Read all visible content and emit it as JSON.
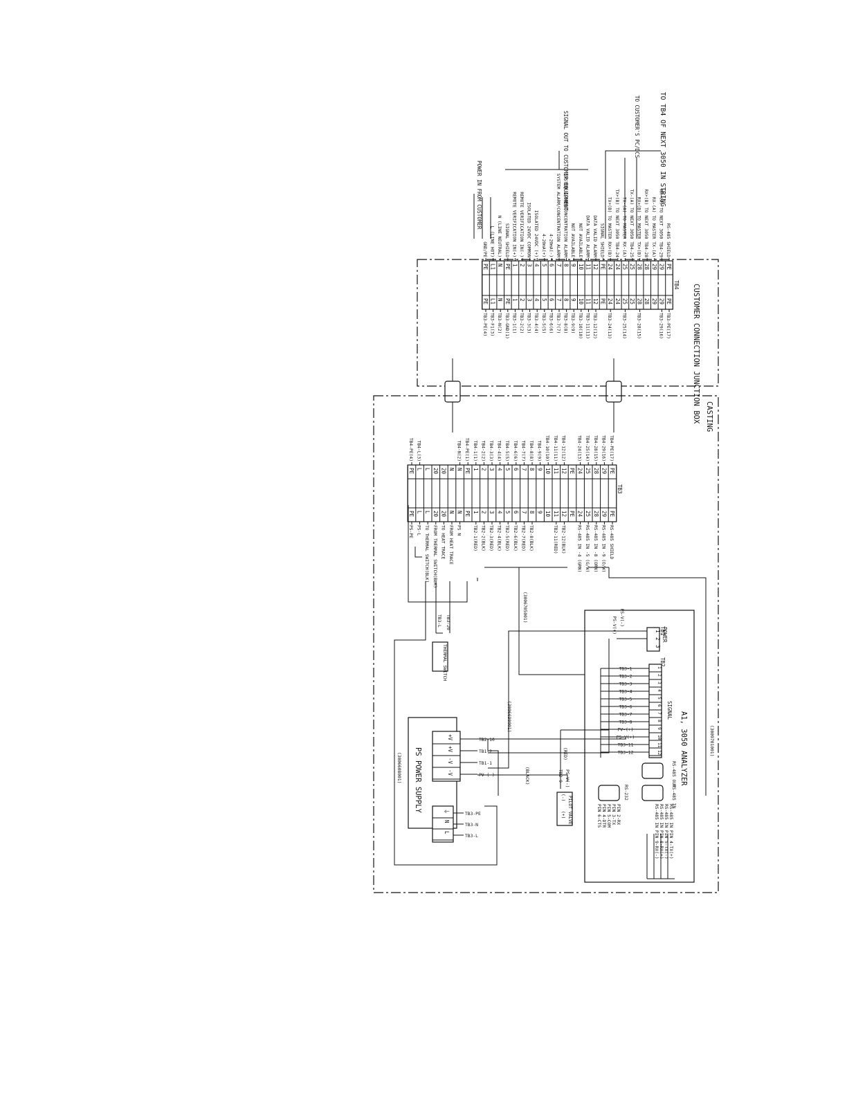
{
  "to_next_3050": "TO TB4 OF NEXT 3050 IN STRING",
  "to_customer": "TO CUSTOMER'S PC/DCS",
  "signal_out": "SIGNAL OUT TO CUSTOMER EQUIPMENT",
  "power_in": "POWER IN FROM CUSTOMER",
  "junction_box": {
    "title": "CUSTOMER CONNECTION JUNCTION BOX",
    "strip": "TB4",
    "terminals": [
      {
        "left": "RS-485 SHIELD",
        "num": "PE",
        "right": "TB3-PE(17)"
      },
      {
        "left": "RX-(A) TO NEXT 3050 TB4-29",
        "num": "29",
        "right": "TB3-29(16)"
      },
      {
        "left": "RX-(A) TO MASTER TX-(A)",
        "num": "29",
        "right": ""
      },
      {
        "left": "RX+(B) TO NEXT 3050 TB4-28",
        "num": "28",
        "right": ""
      },
      {
        "left": "RX+(B) TO MASTER TX+(B)",
        "num": "28",
        "right": "TB3-28(15)"
      },
      {
        "left": "TX-(A) TO NEXT 3050 TB4-25",
        "num": "25",
        "right": ""
      },
      {
        "left": "TX-(A) TO MASTER RX-(A)",
        "num": "25",
        "right": "TB3-25(14)"
      },
      {
        "left": "TX+(B) TO NEXT 3050 TB4-24",
        "num": "24",
        "right": ""
      },
      {
        "left": "TX+(B) TO MASTER RX+(B)",
        "num": "24",
        "right": "TB3-24(13)"
      },
      {
        "left": "SIGNAL SHIELD",
        "num": "PE",
        "right": ""
      },
      {
        "left": "DATA VALID ALARM",
        "num": "12",
        "right": "TB3-12(12)"
      },
      {
        "left": "DATA VALID ALARM",
        "num": "11",
        "right": "TB3-11(11)"
      },
      {
        "left": "NOT AVAILABLE",
        "num": "10",
        "right": "TB3-10(10)"
      },
      {
        "left": "NOT AVAILABLE",
        "num": "9",
        "right": "TB3-9(9)"
      },
      {
        "left": "SYSTEM ALARM/CONCENTRATION ALARM",
        "num": "8",
        "right": "TB3-8(8)"
      },
      {
        "left": "SYSTEM ALARM/CONCENTRATION ALARM",
        "num": "7",
        "right": "TB3-7(7)"
      },
      {
        "left": "4-20mA(-)",
        "num": "6",
        "right": "TB3-6(6)"
      },
      {
        "left": "4-20mA(+)",
        "num": "5",
        "right": "TB3-5(5)"
      },
      {
        "left": "ISOLATED 24VDC (+)",
        "num": "4",
        "right": "TB3-4(4)"
      },
      {
        "left": "ISOLATED 24VDC COMMON",
        "num": "3",
        "right": "TB3-3(3)"
      },
      {
        "left": "REMOTE VERIFICATION IN(-)",
        "num": "2",
        "right": "TB3-2(2)"
      },
      {
        "left": "REMOTE VERIFICATION IN(+)",
        "num": "1",
        "right": "TB3-1(1)"
      },
      {
        "left": "SIGNAL SHIELD",
        "num": "PE",
        "right": "TB3-GND(1)"
      },
      {
        "left": "N (LINE NEUTRAL)",
        "num": "N",
        "right": "TB3-N(2)"
      },
      {
        "left": "L (LINE HOT)",
        "num": "L1",
        "right": "TB3-F1(3)"
      },
      {
        "left": "GND/PE",
        "num": "PE",
        "right": "TB3-PE(4)"
      }
    ]
  },
  "casting": {
    "title": "CASTING",
    "strip": "TB3",
    "terminals": [
      {
        "left": "TB4-PE(17)",
        "num": "PE",
        "right": "RS-485 SHIELD"
      },
      {
        "left": "TB4-29(16)",
        "num": "29",
        "right": "RS-485 IN -9 (O/W)"
      },
      {
        "left": "TB4-28(15)",
        "num": "28",
        "right": "RS-485 IN -8 (ORN)"
      },
      {
        "left": "TB4-25(14)",
        "num": "25",
        "right": "RS-485 IN -5 (G/W)"
      },
      {
        "left": "TB4-24(13)",
        "num": "24",
        "right": "RS-485 IN -4 (GRN)"
      },
      {
        "left": "",
        "num": "PE",
        "right": ""
      },
      {
        "left": "TB4-12(12)",
        "num": "12",
        "right": "TB2-12(BLK)"
      },
      {
        "left": "TB4-11(11)",
        "num": "11",
        "right": "TB2-11(RED)"
      },
      {
        "left": "TB4-10(10)",
        "num": "10",
        "right": ""
      },
      {
        "left": "TB4-9(9)",
        "num": "9",
        "right": ""
      },
      {
        "left": "TB4-8(8)",
        "num": "8",
        "right": "TB2-8(BLK)"
      },
      {
        "left": "TB4-7(7)",
        "num": "7",
        "right": "TB2-7(RED)"
      },
      {
        "left": "TB4-6(6)",
        "num": "6",
        "right": "TB2-6(BLK)"
      },
      {
        "left": "TB4-5(5)",
        "num": "5",
        "right": "TB2-5(RED)"
      },
      {
        "left": "TB4-4(4)",
        "num": "4",
        "right": "TB2-4(BLK)"
      },
      {
        "left": "TB4-3(3)",
        "num": "3",
        "right": "TB2-3(RED)"
      },
      {
        "left": "TB4-2(2)",
        "num": "2",
        "right": "TB2-2(BLK)"
      },
      {
        "left": "TB4-1(1)",
        "num": "1",
        "right": "TB2-1(RED)"
      },
      {
        "left": "TB4-PE(1)",
        "num": "PE",
        "right": ""
      },
      {
        "left": "TB4-N(2)",
        "num": "N",
        "right": "PS N"
      },
      {
        "left": "",
        "num": "N",
        "right": "FROM HEAT TRACE"
      },
      {
        "left": "",
        "num": "20",
        "right": "TO HEAT TRACE"
      },
      {
        "left": "",
        "num": "20",
        "right": "FROM THERMAL SWITCH(BLK)"
      },
      {
        "left": "",
        "num": "L",
        "right": "TO THERMAL SWITCH(BLK)"
      },
      {
        "left": "TB4-L(3)",
        "num": "L",
        "right": "PS-L"
      },
      {
        "left": "TB4-PE(4)",
        "num": "PE",
        "right": "PS-PE"
      }
    ]
  },
  "cable_codes": [
    "(3006705001)",
    "(3006690001)",
    "(3009701001)",
    "(3006608001)"
  ],
  "thermal_switch": {
    "label": "THERMAL SWITCH",
    "tb3_20": "TB3-20",
    "tb3_l": "TB3-L"
  },
  "analyzer": {
    "title": "A1, 3050 ANALYZER",
    "tb1": {
      "name": "TB1",
      "label": "POWER",
      "pins": [
        "1",
        "2",
        "3"
      ],
      "wires": [
        "PS-V(-)",
        "PS-V(+)"
      ]
    },
    "tb2": {
      "name": "TB2",
      "label": "SIGNAL",
      "pins": [
        "1",
        "2",
        "3",
        "4",
        "5",
        "6",
        "7",
        "8",
        "9",
        "10",
        "11",
        "12"
      ],
      "wires": [
        "TB3-1",
        "TB3-2",
        "TB3-3",
        "TB3-4",
        "TB3-5",
        "TB3-6",
        "TB3-7",
        "TB3-8",
        "PV-(+)",
        "PS-V(+)",
        "TB3-11",
        "TB3-12"
      ]
    },
    "rs485_out": "RS-485 OUT",
    "rs485_in": "RS-485 IN",
    "rs232": "RS-232",
    "rs485_pins": [
      "RS-485 IN PIN 4-TX(+)",
      "RS-485 IN PIN 5-TX(-)",
      "RS-485 IN PIN 8-RX(+)",
      "RS-485 IN PIN 9-RX(-)"
    ],
    "rs232_pins": [
      "PIN 2-RX",
      "PIN 3-TX",
      "PIN 5-COM",
      "PIN 4-DTR",
      "PIN 6-CTS"
    ]
  },
  "power_supply": {
    "title": "PS POWER SUPPLY",
    "out_terms": [
      "+V",
      "+V",
      "-V",
      "-V"
    ],
    "out_wires": [
      "TB2-10",
      "TB1-2",
      "TB1-1",
      "PV (-)"
    ],
    "in_terms": [
      "⏚",
      "N",
      "L"
    ],
    "in_wires": [
      "TB3-PE",
      "TB3-N",
      "TB3-L"
    ]
  },
  "pilot_valve": {
    "label": "PILOT VALVE",
    "minus": "(-)",
    "plus": "(+)",
    "w1": "PS-V(-)",
    "w2": "TB2-9"
  },
  "wire_colors": {
    "red": "(RED)",
    "black": "(BLACK)"
  }
}
